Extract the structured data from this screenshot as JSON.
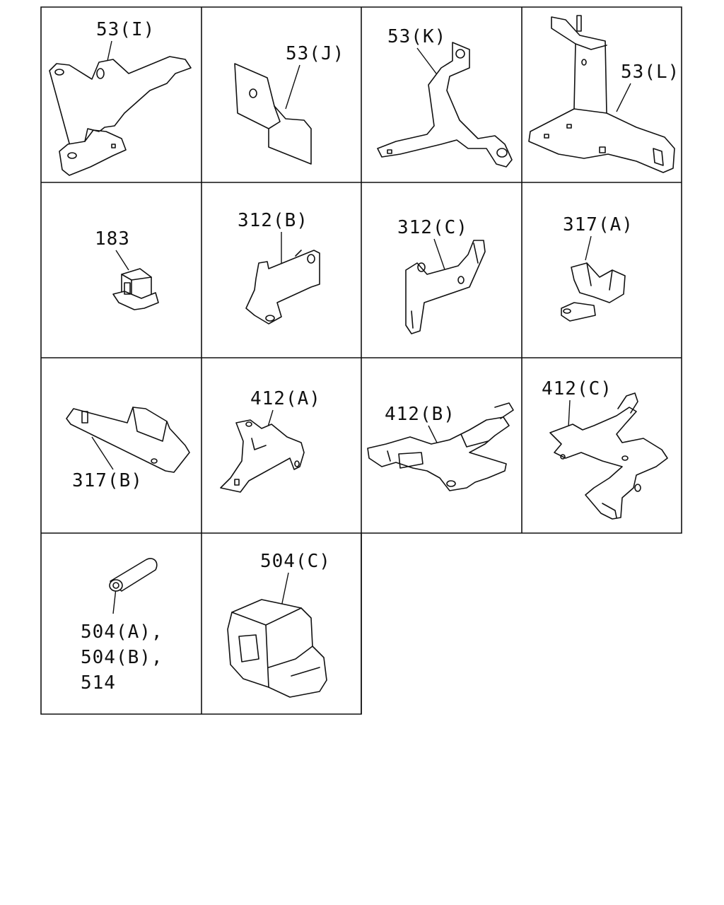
{
  "parts": [
    {
      "id": "53I",
      "label": "53(I)"
    },
    {
      "id": "53J",
      "label": "53(J)"
    },
    {
      "id": "53K",
      "label": "53(K)"
    },
    {
      "id": "53L",
      "label": "53(L)"
    },
    {
      "id": "183",
      "label": "183"
    },
    {
      "id": "312B",
      "label": "312(B)"
    },
    {
      "id": "312C",
      "label": "312(C)"
    },
    {
      "id": "317A",
      "label": "317(A)"
    },
    {
      "id": "317B",
      "label": "317(B)"
    },
    {
      "id": "412A",
      "label": "412(A)"
    },
    {
      "id": "412B",
      "label": "412(B)"
    },
    {
      "id": "412C",
      "label": "412(C)"
    },
    {
      "id": "504A",
      "label": "504(A),",
      "label_line2": "504(B),",
      "label_line3": "514"
    },
    {
      "id": "504C",
      "label": "504(C)"
    }
  ]
}
